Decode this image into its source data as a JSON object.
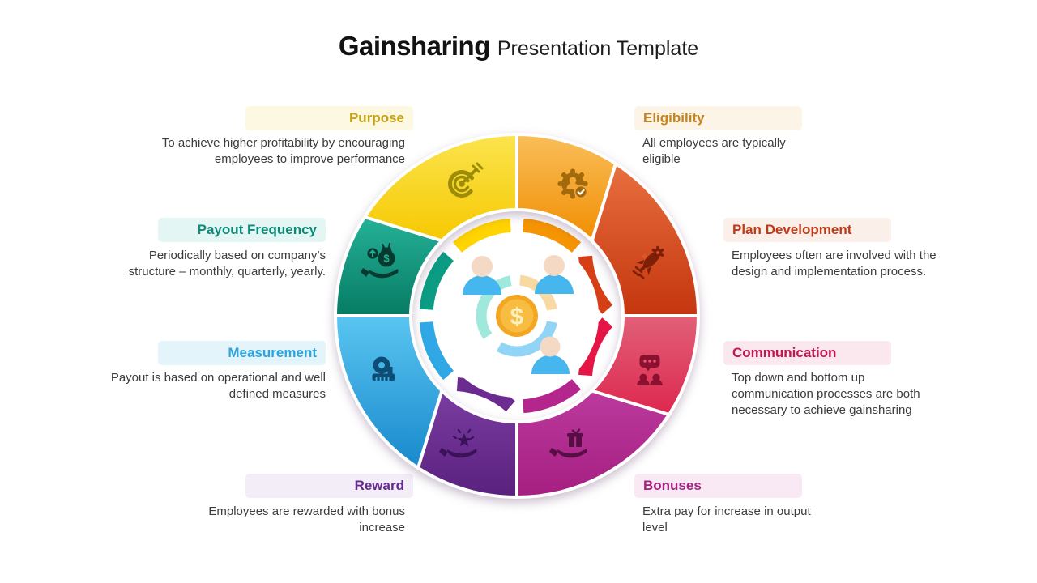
{
  "slide": {
    "title_bold": "Gainsharing",
    "title_regular": "Presentation Template"
  },
  "sections": [
    {
      "id": "purpose",
      "label": "Purpose",
      "description": "To achieve higher profitability by encouraging employees to improve performance",
      "accent": "#C7A115",
      "badge_bg": "#FCF8E2",
      "segment_color": "#F6C800",
      "icon": "target-icon",
      "position": "top-left"
    },
    {
      "id": "eligibility",
      "label": "Eligibility",
      "description": "All employees are typically eligible",
      "accent": "#C4841F",
      "badge_bg": "#FCF5E7",
      "segment_color": "#F18D00",
      "icon": "person-gear-check-icon",
      "position": "top-right"
    },
    {
      "id": "payout-frequency",
      "label": "Payout Frequency",
      "description": "Periodically based on company’s structure – monthly, quarterly, yearly.",
      "accent": "#0B8B78",
      "badge_bg": "#E4F6F3",
      "segment_color": "#0B9C83",
      "icon": "money-bag-hand-icon",
      "position": "middle-left-upper"
    },
    {
      "id": "plan-development",
      "label": "Plan Development",
      "description": "Employees often are involved with the design and implementation process.",
      "accent": "#C13A18",
      "badge_bg": "#FAEFE9",
      "segment_color": "#D63E16",
      "icon": "rocket-gear-icon",
      "position": "middle-right-upper"
    },
    {
      "id": "measurement",
      "label": "Measurement",
      "description": "Payout is based on operational and well defined measures",
      "accent": "#2CA6E0",
      "badge_bg": "#E4F4FB",
      "segment_color": "#2FA8E5",
      "icon": "measuring-tape-icon",
      "position": "middle-left-lower"
    },
    {
      "id": "communication",
      "label": "Communication",
      "description": "Top down and bottom up communication processes are both necessary to achieve gainsharing",
      "accent": "#C11650",
      "badge_bg": "#FAE8EE",
      "segment_color": "#E51646",
      "icon": "chat-people-icon",
      "position": "middle-right-lower"
    },
    {
      "id": "reward",
      "label": "Reward",
      "description": "Employees are rewarded with bonus increase",
      "accent": "#662B90",
      "badge_bg": "#F2EDF7",
      "segment_color": "#6C2B90",
      "icon": "star-hand-icon",
      "position": "bottom-left"
    },
    {
      "id": "bonuses",
      "label": "Bonuses",
      "description": "Extra pay for increase in output level",
      "accent": "#A6217F",
      "badge_bg": "#F9E9F5",
      "segment_color": "#B5268C",
      "icon": "gift-hand-icon",
      "position": "bottom-right"
    }
  ],
  "wheel": {
    "center_icon": "people-around-dollar-icon",
    "center_symbol": "$",
    "bag_symbol": "$"
  }
}
